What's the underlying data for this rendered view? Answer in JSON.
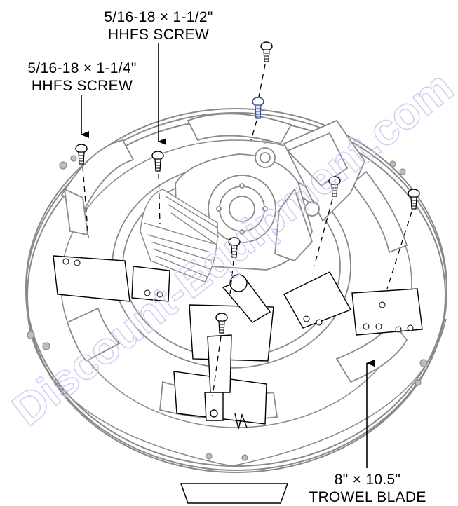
{
  "callouts": {
    "screw_long": {
      "line1": "5/16-18 × 1-1/2\"",
      "line2": "HHFS SCREW"
    },
    "screw_short": {
      "line1": "5/16-18 × 1-1/4\"",
      "line2": "HHFS SCREW"
    },
    "blade": {
      "line1": "8\" × 10.5\"",
      "line2": "TROWEL BLADE"
    }
  },
  "watermark": {
    "text": "Discount-Equipment.com"
  },
  "colors": {
    "line": "#000000",
    "part_gray": "#8a8a8a",
    "light_gray": "#b8b8b8",
    "screw_blue": "#3a4a8c",
    "watermark": "#c6c9f0"
  }
}
